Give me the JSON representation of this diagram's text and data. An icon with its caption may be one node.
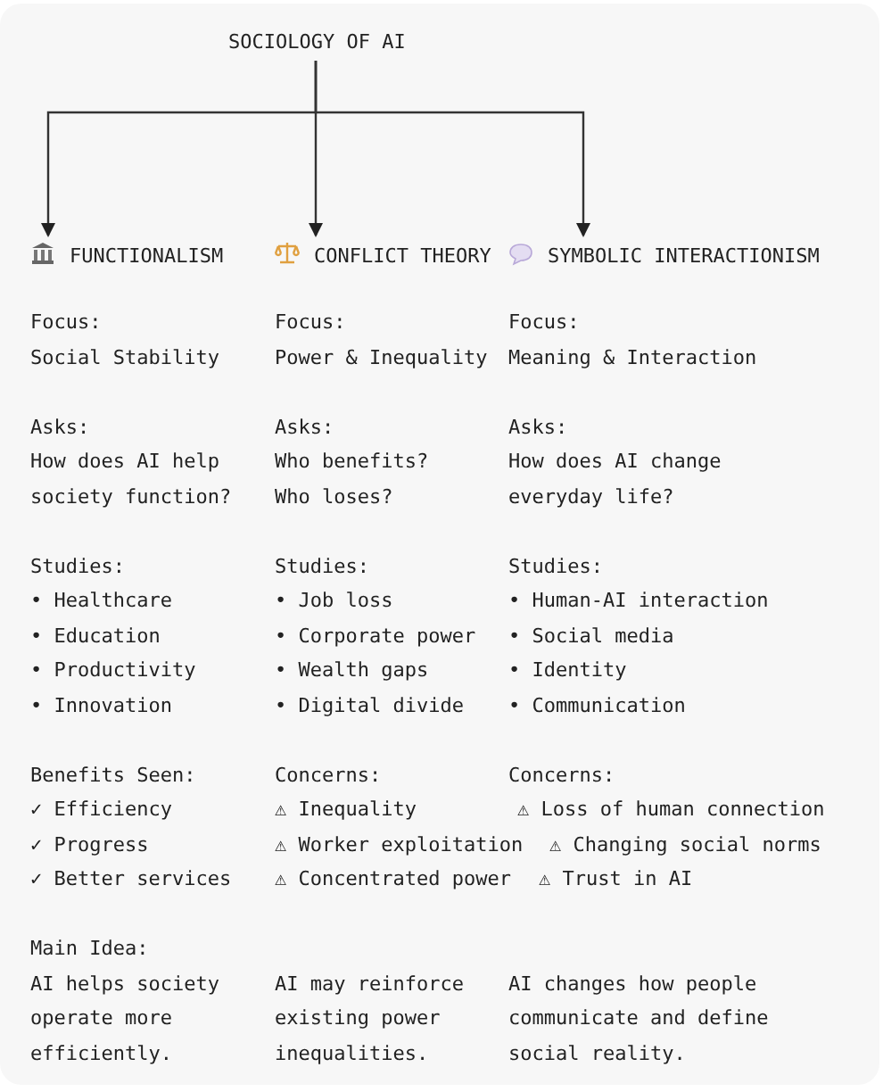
{
  "diagram": {
    "nodes": [
      {
        "text": [
          "SOCIOLOGY OF AI"
        ]
      },
      {
        "text": [
          "FUNCTIONALISM"
        ]
      },
      {
        "text": [
          "CONFLICT THEORY"
        ]
      },
      {
        "text": [
          "SYMBOLIC INTERACTIONISM"
        ]
      }
    ],
    "edges": [
      {
        "from": 0,
        "to": 1,
        "arrow": "to"
      },
      {
        "from": 0,
        "to": 2,
        "arrow": "to"
      },
      {
        "from": 0,
        "to": 3,
        "arrow": "to"
      }
    ],
    "labels": [
      "Focus:",
      "Focus:",
      "Focus:",
      "Social Stability",
      "Power & Inequality",
      "Meaning & Interaction",
      "Asks:",
      "Asks:",
      "Asks:",
      "How does AI help society function?",
      "Who benefits?",
      "How does AI change everyday life?",
      "Who loses?",
      "Studies:",
      "Studies:",
      "Studies:",
      "• Healthcare",
      "• Job loss",
      "• Human-AI interaction",
      "• Education",
      "• Corporate power",
      "• Social media",
      "• Productivity",
      "• Wealth gaps",
      "• Identity",
      "• Innovation",
      "• Digital divide",
      "• Communication",
      "Benefits Seen:",
      "Concerns:",
      "Concerns:",
      "✓ Efficiency",
      "⚠ Inequality",
      "⚠ Loss of human connection",
      "✓ Progress",
      "⚠ Worker exploitation",
      "⚠ Changing social norms",
      "✓ Better services",
      "⚠ Concentrated power",
      "⚠ Trust in AI",
      "Main Idea:",
      "AI helps society operate more efficiently.",
      "AI may reinforce existing power inequalities.",
      "AI changes how people communicate and define social reality."
    ]
  }
}
